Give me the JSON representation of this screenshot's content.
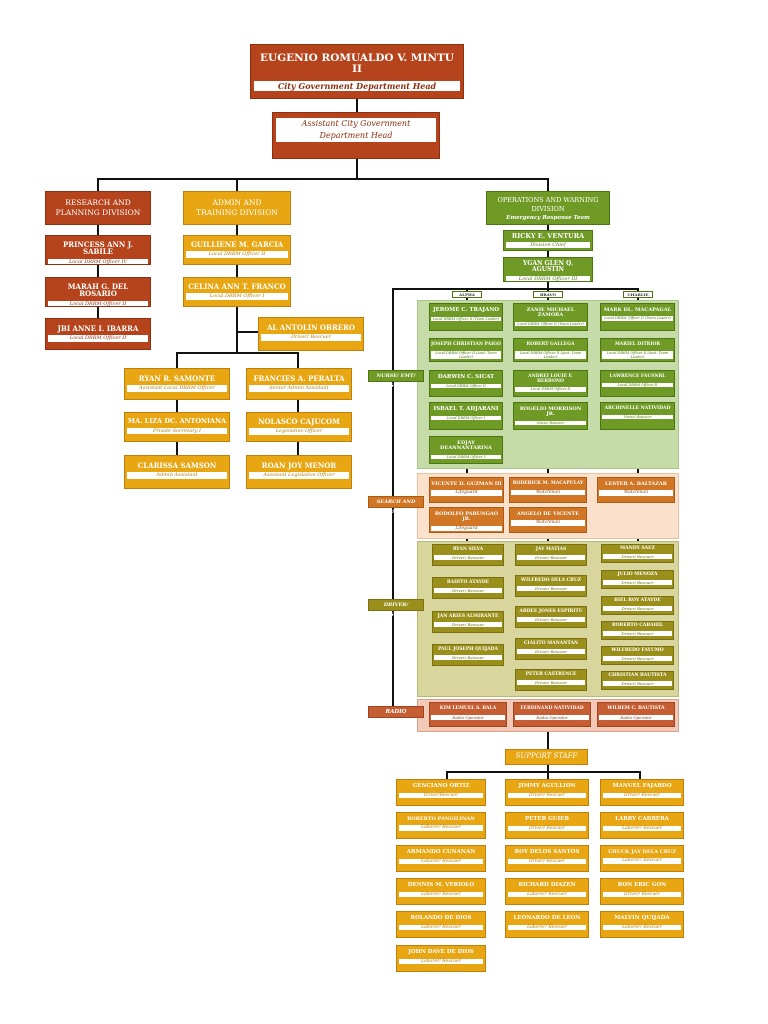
{
  "head": {
    "name": "EUGENIO ROMUALDO V. MINTU II",
    "role": "City Government Department Head"
  },
  "assistant": {
    "role_line1": "Assistant City Government",
    "role_line2": "Department Head"
  },
  "research": {
    "title_line1": "RESEARCH AND",
    "title_line2": "PLANNING DIVISION",
    "members": [
      {
        "name": "PRINCESS ANN J. SABILE",
        "role": "Local DRRM Officer IV"
      },
      {
        "name": "MARAH G. DEL ROSARIO",
        "role": "Local DRRM Officer II"
      },
      {
        "name": "JBI ANNE I. IBARRA",
        "role": "Local DRRM Officer II"
      }
    ]
  },
  "admin": {
    "title_line1": "ADMIN AND",
    "title_line2": "TRAINING DIVISION",
    "members": [
      {
        "name": "GUILLIENE M. GARCIA",
        "role": "Local DRRM Officer II"
      },
      {
        "name": "CELINA ANN T. FRANCO",
        "role": "Local DRRM Officer I"
      }
    ],
    "driver": {
      "name": "AL ANTOLIN OBRERO",
      "role": "Driver/ Rescuer"
    },
    "left": [
      {
        "name": "RYAN R. SAMONTE",
        "role": "Assistant Local DRRM Officer"
      },
      {
        "name": "MA. LIZA DC. ANTONIANA",
        "role": "Private Secretary I"
      },
      {
        "name": "CLARISSA SAMSON",
        "role": "Admin Assistant"
      }
    ],
    "right": [
      {
        "name": "FRANCIES A. PERALTA",
        "role": "Senior Admin Assistant"
      },
      {
        "name": "NOLASCO CAJUCOM",
        "role": "Legislative Officer"
      },
      {
        "name": "ROAN JOY MENOR",
        "role": "Assistant Legislative Officer"
      }
    ]
  },
  "ops": {
    "title_line1": "OPERATIONS AND WARNING",
    "title_line2": "DIVISION",
    "subtitle": "Emergency Response Team",
    "chief": {
      "name": "RICKY E. VENTURA",
      "role": "Division Chief"
    },
    "officer": {
      "name": "YGAN GLEN Q. AGUSTIN",
      "role": "Local DRRM Officer III"
    },
    "teams": [
      "ALPHA",
      "BRAVO",
      "CHARLIE"
    ],
    "labels": {
      "nurse": "NURSE/ EMT/ RESCUER",
      "search": "SEARCH AND RESCUE",
      "driver": "DRIVER/ RESCUER",
      "radio": "RADIO OPERATOR"
    },
    "nurse": [
      [
        {
          "name": "JEROME C. TRAJANO",
          "role": "Local DRRM Officer II (Team Leader)"
        },
        {
          "name": "JOSEPH CHRISTIAN PAIGO",
          "role": "Local DRRM Officer II (Asst. Team Leader)"
        },
        {
          "name": "DARWIN C. SICAT",
          "role": "Local DRRM Officer II"
        },
        {
          "name": "ISRAEL T. ADJARANI",
          "role": "Local DRRM Officer I"
        },
        {
          "name": "EDJAY DEANNANTARINA",
          "role": "Local DRRM Officer I"
        }
      ],
      [
        {
          "name": "ZANIE MICHAEL ZAMORA",
          "role": "Local DRRM Officer II (Team Leader)"
        },
        {
          "name": "ROBERT GALLEGA",
          "role": "Local DRRM Officer II (Asst. Team Leader)"
        },
        {
          "name": "ANDREI LOUIE F. BERBONO",
          "role": "Local DRRM Officer II"
        },
        {
          "name": "ROGELIO MORRISON JR.",
          "role": "Nurse/ Rescuer"
        }
      ],
      [
        {
          "name": "MARK DL. MACAPAGAL",
          "role": "Local DRRM Officer II (Team Leader)"
        },
        {
          "name": "MARIEL DITRIOR",
          "role": "Local DRRM Officer II (Asst. Team Leader)"
        },
        {
          "name": "LAWRENCE FAUSNRL",
          "role": "Local DRRM Officer II"
        },
        {
          "name": "ARCHINELLE NATIVIDAD",
          "role": "Nurse/ Rescuer"
        }
      ]
    ],
    "search": [
      [
        {
          "name": "VICENTE D. GUZMAN III",
          "role": "Lifeguard"
        },
        {
          "name": "RODOLFO PARUNGAO JR.",
          "role": "Lifeguard"
        }
      ],
      [
        {
          "name": "RODERICK M. MACAPULAY",
          "role": "Watchman"
        },
        {
          "name": "ANGELO DE VICENTE",
          "role": "Watchman"
        }
      ],
      [
        {
          "name": "LESTER A. BALTAZAR",
          "role": "Watchman"
        }
      ]
    ],
    "drivers": [
      [
        {
          "name": "RYAN SILVA",
          "role": "Driver/ Rescuer"
        },
        {
          "name": "RADITO ATAYDE",
          "role": "Driver/ Rescuer"
        },
        {
          "name": "JAN ARIES ALMIRANTE",
          "role": "Driver/ Rescuer"
        },
        {
          "name": "PAUL JOSEPH QUIJADA",
          "role": "Driver/ Rescuer"
        }
      ],
      [
        {
          "name": "JAY MATIAS",
          "role": "Driver/ Rescuer"
        },
        {
          "name": "WILFREDO DELA CRUZ",
          "role": "Driver/ Rescuer"
        },
        {
          "name": "ARDEE JONES ESPIRITU",
          "role": "Driver/ Rescuer"
        },
        {
          "name": "CIALITO MANANTAN",
          "role": "Driver/ Rescuer"
        },
        {
          "name": "PETER CASTRENCE",
          "role": "Driver/ Rescuer"
        }
      ],
      [
        {
          "name": "MANDY SAEZ",
          "role": "Driver/ Rescuer"
        },
        {
          "name": "JULIO MENOZA",
          "role": "Driver/ Rescuer"
        },
        {
          "name": "BIEL ROY ATAYDE",
          "role": "Driver/ Rescuer"
        },
        {
          "name": "ROBERTO CABAHIL",
          "role": "Driver/ Rescuer"
        },
        {
          "name": "WILFREDO FAYUMO",
          "role": "Driver/ Rescuer"
        },
        {
          "name": "CHRISTIAN BAUTISTA",
          "role": "Driver/ Rescuer"
        }
      ]
    ],
    "radio": [
      {
        "name": "KIM LEMUEL S. BALA",
        "role": "Radio Operator"
      },
      {
        "name": "FERDINAND NATIVIDAD",
        "role": "Radio Operator"
      },
      {
        "name": "WILBEM C. BAUTISTA",
        "role": "Radio Operator"
      }
    ]
  },
  "support": {
    "title": "SUPPORT STAFF",
    "columns": [
      [
        {
          "name": "GENCIANO ORTIZ",
          "role": "Driver/Rescuer"
        },
        {
          "name": "ROBERTO PANGILINAN",
          "role": "Laborer/ Rescuer"
        },
        {
          "name": "ARMANDO CUNANAN",
          "role": "Laborer/ Rescuer"
        },
        {
          "name": "DENNIS M. VERIOLO",
          "role": "Laborer/ Rescuer"
        },
        {
          "name": "ROLANDO DE DIOS",
          "role": "Laborer/ Rescuer"
        },
        {
          "name": "JOHN DAVE DE DIOS",
          "role": "Laborer/ Rescuer"
        }
      ],
      [
        {
          "name": "JIMMY AGULLION",
          "role": "Driver/ Rescuer"
        },
        {
          "name": "PETER GUIEB",
          "role": "Driver/ Rescuer"
        },
        {
          "name": "ROY DELOS SANTOS",
          "role": "Driver/ Rescuer"
        },
        {
          "name": "RICHARD DIAZEN",
          "role": "Laborer/ Rescuer"
        },
        {
          "name": "LEONARDO DE LEON",
          "role": "Laborer/ Rescuer"
        }
      ],
      [
        {
          "name": "MANUEL FAJARDO",
          "role": "Driver/ Rescuer"
        },
        {
          "name": "LARRY CABRERA",
          "role": "Laborer/ Rescuer"
        },
        {
          "name": "CHUCK JAY DELA CRUZ",
          "role": "Laborer/ Rescuer"
        },
        {
          "name": "RON ERIC GON",
          "role": "Driver/ Rescuer"
        },
        {
          "name": "MALVIN QUIJADA",
          "role": "Laborer/ Rescuer"
        }
      ]
    ]
  }
}
